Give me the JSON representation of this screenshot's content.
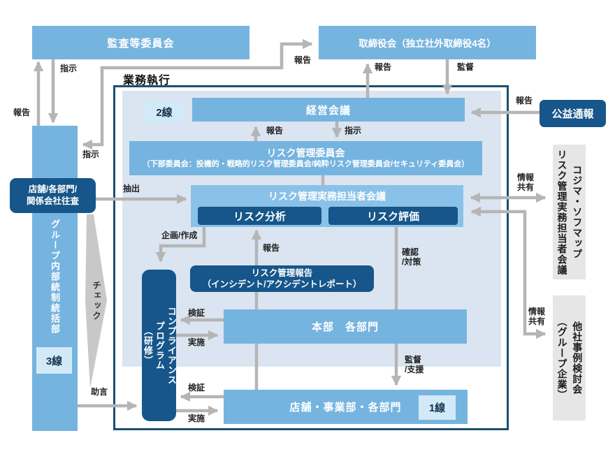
{
  "diagram": {
    "frame_label": "業務執行",
    "boxes": {
      "audit_committee": "監査等委員会",
      "board": "取締役会（独立社外取締役4名）",
      "whistleblowing": "公益通報",
      "kojima_sofmap_meeting": "コジマ・ソフマップ\nリスク管理実務担当者会議",
      "other_company_case_study": "他社事例検討会\n（グループ企業）",
      "internal_control_dept": "グループ内部統制統括部",
      "store_dept_audit": "店舗/各部門/\n関係会社往査",
      "management_meeting": "経営会議",
      "risk_committee_title": "リスク管理委員会",
      "risk_committee_sub": "（下部委員会：投機的・戦略的リスク管理委員会/純粋リスク管理委員会/セキュリティ委員会）",
      "risk_staff_meeting": "リスク管理実務担当者会議",
      "risk_analysis": "リスク分析",
      "risk_evaluation": "リスク評価",
      "risk_report": "リスク管理報告\n（インシデント/アクシデントレポート）",
      "compliance_program": "コンプライアンス\nプログラム\n（研修）",
      "headquarters_depts": "本部　各部門",
      "stores_divisions_depts": "店舗・事業部・各部門",
      "line_1": "1線",
      "line_2": "2線",
      "line_3": "3線"
    },
    "arrow_labels": {
      "report_to_audit": "報告",
      "instruct_from_audit": "指示",
      "report_elbow_to_board": "報告",
      "instruct_elbow_to_dept": "指示",
      "report_to_board": "報告",
      "supervise": "監督",
      "report_to_management": "報告",
      "instruct_to_committee": "指示",
      "report_from_whistleblowing": "報告",
      "extract": "抽出",
      "plan_create": "企画/作成",
      "report_up": "報告",
      "confirm_measures": "確認\n/対策",
      "supervise_support": "監督\n/支援",
      "verify_hq": "検証",
      "implement_hq": "実施",
      "verify_store": "検証",
      "implement_store": "実施",
      "advice": "助言",
      "check": "チェック",
      "info_share_group": "情報\n共有",
      "info_share_other": "情報\n共有"
    },
    "colors": {
      "box_blue": "#76b4e0",
      "box_blue_light": "#8ac1e8",
      "box_navy": "#16568a",
      "box_pale": "#d2eaf8",
      "panel_bg": "#dbe5f1",
      "frame_border": "#1b4f70",
      "box_gray": "#e6e6e6",
      "arrow_gray": "#b5b5b5"
    }
  }
}
